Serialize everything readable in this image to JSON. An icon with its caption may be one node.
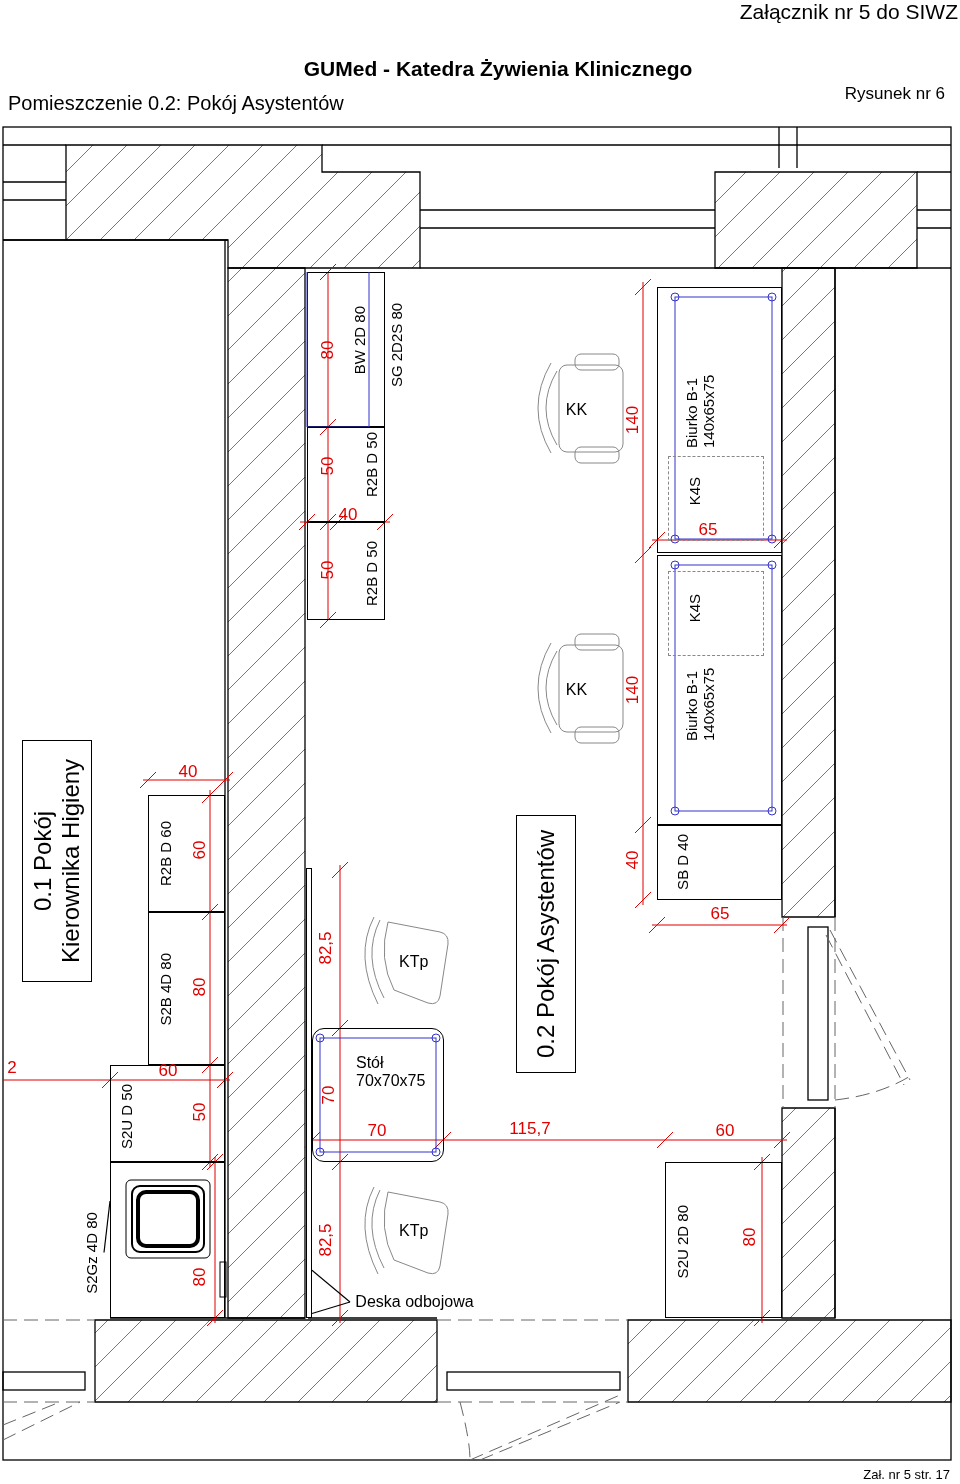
{
  "diagram": {
    "title": "GUMed - Katedra Żywienia Klinicznego",
    "nodes": [
      {
        "text": [
          "0.1 Pokój Kierownika Higieny"
        ]
      },
      {
        "text": [
          "0.2 Pokój Asystentów"
        ]
      },
      {
        "text": [
          "BW 2D 80"
        ]
      },
      {
        "text": [
          "R2B D 50"
        ]
      },
      {
        "text": [
          "R2B D 50"
        ]
      },
      {
        "text": [
          "KK"
        ]
      },
      {
        "text": [
          "Biurko B-1 140x65x75"
        ]
      },
      {
        "text": [
          "K4S"
        ],
        "in": 6
      },
      {
        "text": [
          "KK"
        ]
      },
      {
        "text": [
          "Biurko B-1 140x65x75"
        ]
      },
      {
        "text": [
          "K4S"
        ],
        "in": 9
      },
      {
        "text": [
          "SB D 40"
        ]
      },
      {
        "text": [
          "R2B D 60"
        ]
      },
      {
        "text": [
          "S2B 4D 80"
        ]
      },
      {
        "text": [
          "S2U D 50"
        ]
      },
      {
        "text": [
          "S2Gz 4D 80"
        ]
      },
      {
        "text": [],
        "shape": "box"
      },
      {
        "text": [
          "KTp"
        ]
      },
      {
        "text": [
          "Stół 70x70x75"
        ]
      },
      {
        "text": [
          "KTp"
        ]
      },
      {
        "text": [
          "Deska odbojowa"
        ]
      },
      {
        "text": [],
        "shape": "bar"
      },
      {
        "text": [
          "S2U 2D 80"
        ]
      }
    ],
    "edges": [
      {
        "from": 15,
        "to": 16,
        "arrow": "none"
      },
      {
        "from": 20,
        "to": 21,
        "arrow": "none"
      },
      {
        "from": 20,
        "to": 21,
        "arrow": "none"
      }
    ],
    "labels": [
      "Załącznik nr 5 do SIWZ",
      "Pomieszczenie 0.2: Pokój Asystentów",
      "Rysunek nr 6",
      "SG 2D2S 80",
      "80",
      "50",
      "40",
      "50",
      "140",
      "65",
      "140",
      "40",
      "65",
      "40",
      "60",
      "80",
      "60",
      "50",
      "2",
      "82,5",
      "70",
      "70",
      "115,7",
      "60",
      "82,5",
      "80",
      "80",
      "Zał. nr 5 str. 17"
    ]
  }
}
